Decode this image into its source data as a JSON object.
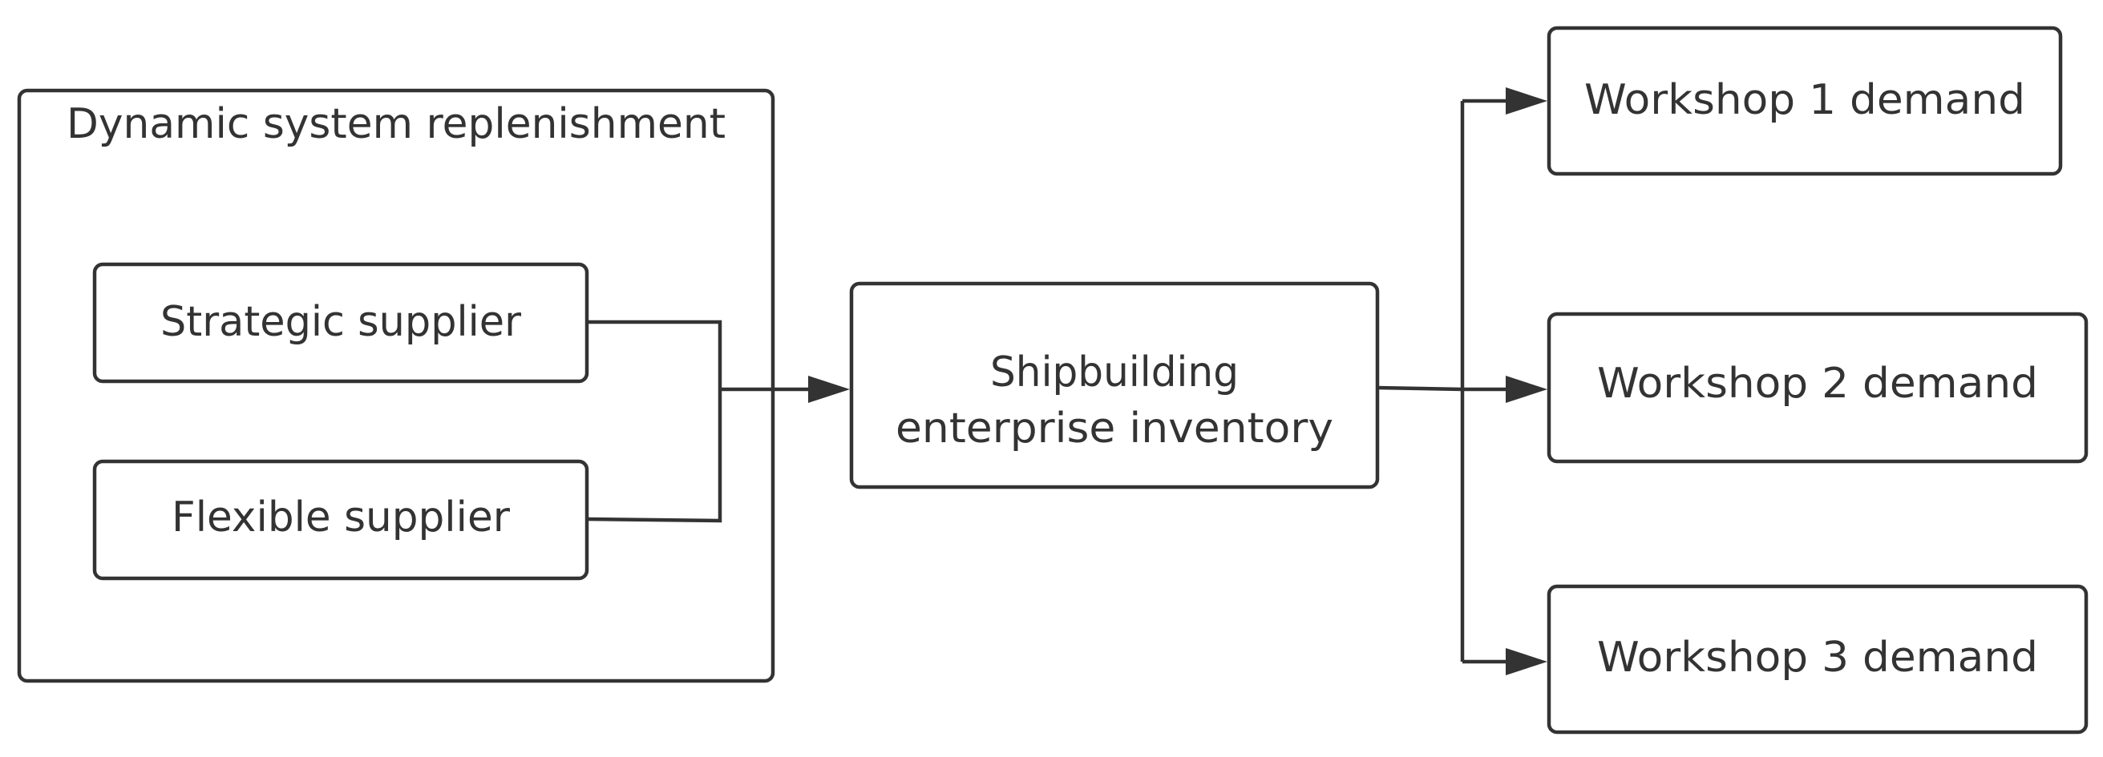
{
  "diagram": {
    "group_title": "Dynamic system replenishment",
    "suppliers": {
      "strategic": "Strategic supplier",
      "flexible": "Flexible supplier"
    },
    "inventory": {
      "line1": "Shipbuilding",
      "line2": "enterprise inventory"
    },
    "workshops": {
      "w1": "Workshop 1 demand",
      "w2": "Workshop 2 demand",
      "w3": "Workshop 3 demand"
    }
  }
}
